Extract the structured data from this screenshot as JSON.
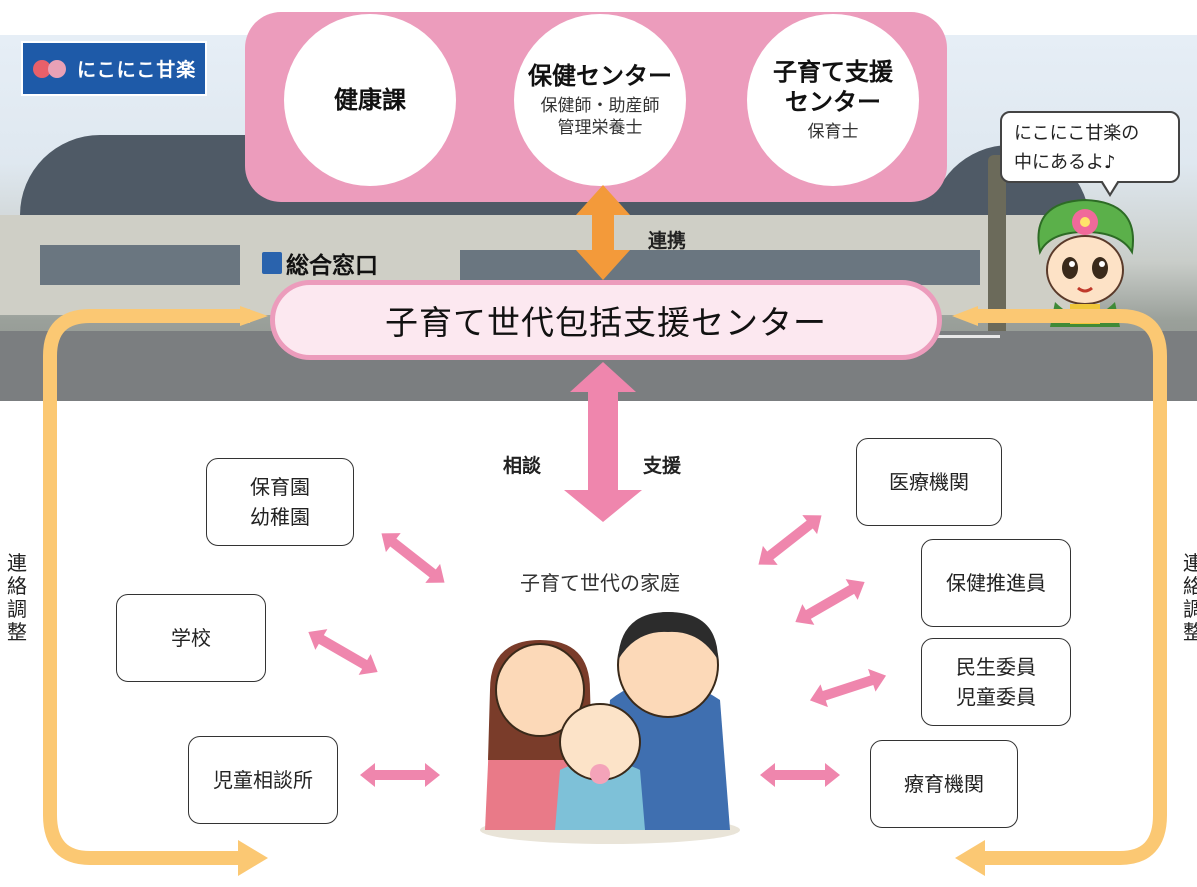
{
  "logo": {
    "text": "にこにこ甘楽"
  },
  "top_group": {
    "circles": [
      {
        "title": "健康課",
        "sub": ""
      },
      {
        "title": "保健センター",
        "sub": "保健師・助産師\n管理栄養士"
      },
      {
        "title": "子育て支援\nセンター",
        "sub": "保育士"
      }
    ]
  },
  "bubble": {
    "text": "にこにこ甘楽の\n中にあるよ♪"
  },
  "center": {
    "window_label": "総合窓口",
    "title": "子育て世代包括支援センター",
    "link_label": "連携",
    "consult_label": "相談",
    "support_label": "支援",
    "family_label": "子育て世代の家庭"
  },
  "side_labels": {
    "left": "連\n絡\n調\n整",
    "right": "連\n絡\n調\n整"
  },
  "left_boxes": [
    {
      "label": "保育園\n幼稚園"
    },
    {
      "label": "学校"
    },
    {
      "label": "児童相談所"
    }
  ],
  "right_boxes": [
    {
      "label": "医療機関"
    },
    {
      "label": "保健推進員"
    },
    {
      "label": "民生委員\n児童委員"
    },
    {
      "label": "療育機関"
    }
  ],
  "colors": {
    "pink": "#ec9cbc",
    "pink_light": "#fce8f0",
    "arrow_pink": "#ef86ad",
    "arrow_orange": "#f39a3a",
    "loop_yellow": "#fbc873",
    "logo_blue": "#1e5aa8"
  }
}
